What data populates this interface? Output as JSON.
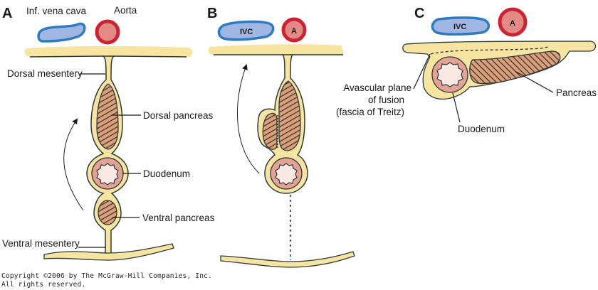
{
  "colors": {
    "mesentery": "#f6e4a0",
    "outline": "#2b3a3a",
    "pancreas": "#d9a07a",
    "duodenum_wall": "#e3a293",
    "duodenum_lumen": "#fbe8e2",
    "ivc_fill": "#9fb7e2",
    "ivc_border": "#2f7ac0",
    "aorta_fill": "#e38a86",
    "aorta_border": "#cc2233"
  },
  "panels": {
    "A": {
      "letter": "A",
      "labels": {
        "ivc": "Inf. vena cava",
        "aorta": "Aorta",
        "dorsal_mesentery": "Dorsal mesentery",
        "dorsal_pancreas": "Dorsal pancreas",
        "duodenum": "Duodenum",
        "ventral_pancreas": "Ventral pancreas",
        "ventral_mesentery": "Ventral mesentery"
      }
    },
    "B": {
      "letter": "B",
      "ivc_abbrev": "IVC",
      "aorta_abbrev": "A"
    },
    "C": {
      "letter": "C",
      "ivc_abbrev": "IVC",
      "aorta_abbrev": "A",
      "labels": {
        "fusion_line1": "Avascular plane",
        "fusion_line2": "of fusion",
        "fusion_line3": "(fascia of Treitz)",
        "pancreas": "Pancreas",
        "duodenum": "Duodenum"
      }
    }
  },
  "copyright": {
    "line1": "Copyright ©2006 by The McGraw-Hill Companies, Inc.",
    "line2": "All rights reserved."
  }
}
